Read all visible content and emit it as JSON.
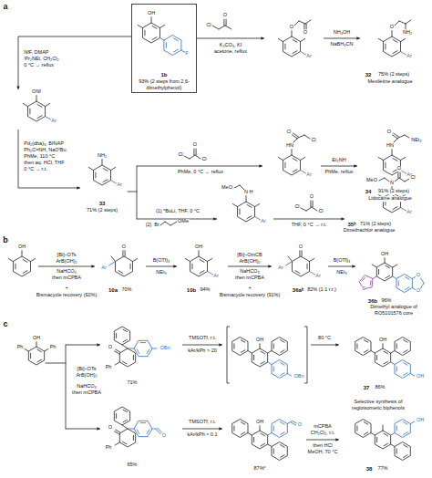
{
  "diagram": {
    "nodes": [
      {
        "text": [
          "1b",
          "93% (2 steps from 2,6-dimethylphenol)"
        ]
      }
    ],
    "labels": [
      "a",
      "OH",
      "F",
      "NfF, DMAP",
      "ⁱPr₂NEt, CH₂Cl₂",
      "0 °C → reflux",
      "ONf",
      "Ar",
      "Pd₂(dba)₃, BINAP",
      "Ph₂C=NH, NaOᵗBu",
      "PhMe, 110 °C",
      "then aq. HCl, THF",
      "0 °C → r.t.",
      "NH₂",
      "Ar",
      "33",
      "71% (2 steps)",
      "Cl",
      "O",
      "K₂CO₃, KI",
      "acetone, reflux",
      "O",
      "O",
      "Ar",
      "NH₄OH",
      "NaBH₃CN",
      "O",
      "NH₂",
      "Ar",
      "32",
      "75% (2 steps)",
      "Mexiletine analogue",
      "Cl",
      "O",
      "Cl",
      "PhMe, 0 °C → reflux",
      "HN",
      "O",
      "Cl",
      "Ar",
      "Et₂NH",
      "PhMe, reflux",
      "HN",
      "O",
      "NEt₂",
      "Ar",
      "34",
      "91% (2 steps)",
      "Lidocaine analogue",
      "(1) ⁿBuLi, THF, 0 °C",
      "(2)",
      "Br",
      "OMe",
      "MeO",
      "N",
      "H",
      "Ar",
      "Cl",
      "O",
      "Cl",
      "THF, 0 °C → r.t.",
      "MeO",
      "N",
      "O",
      "Cl",
      "Ar",
      "35ᵇ",
      "71% (2 steps)",
      "Dimethachlor analogue",
      "b",
      "OH",
      "[Bi]–OTs",
      "ArB(OH)₂",
      "NaHCO₃",
      "then mCPBA",
      "+",
      "Bismacycle recovery (92%)",
      "O",
      "Ar",
      "10a",
      "70%",
      "B(OTf)₃",
      "NEt₃",
      "OH",
      "Ar",
      "10b",
      "94%",
      "[Bi]–OmCB",
      "ArB(OH)₂",
      "NaHCO₃",
      "then mCPBA",
      "+",
      "Bismacycle recovery (91%)",
      "O",
      "Ar",
      "Ar",
      "36aᵇ",
      "82% (1:1 r.r.)",
      "B(OTf)₃",
      "NEt₃",
      "OH",
      "S",
      "O",
      "O",
      "36b",
      "96%",
      "Dimethyl analogue of",
      "RO5101576 core",
      "c",
      "OH",
      "Ph",
      "Ph",
      "[Bi]–OTs",
      "ArB(OH)₂",
      "NaHCO₃",
      "then mCPBA",
      "O",
      "Ph",
      "OBn",
      "71%",
      "O",
      "Ph",
      "O",
      "65%",
      "TMSOTf, r.t.",
      "kAr/kPh > 20",
      "OH",
      "OBn",
      "80 °C",
      "OH",
      "OH",
      "37",
      "86%",
      "Selective synthesis of",
      "regioisomeric biphenols",
      "TMSOTf, r.t.",
      "kAr/kPh ≈ 0.1",
      "OH",
      "O",
      "87%ᶜ",
      "mCPBA",
      "CH₂Cl₂, r.t.",
      "then HCl",
      "MeOH, 70 °C",
      "OH",
      "38",
      "77%"
    ]
  }
}
